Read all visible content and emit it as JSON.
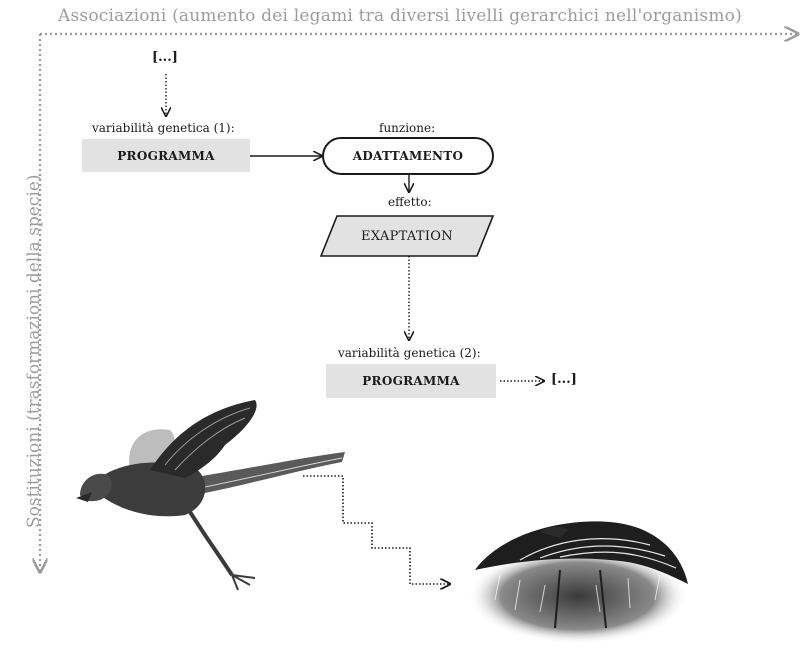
{
  "axes": {
    "top_label": "Associazioni (aumento dei legami tra diversi livelli gerarchici nell'organismo)",
    "left_label": "Sostituzioni (trasformazioni della specie)"
  },
  "nodes": {
    "start_ellipsis": "[...]",
    "var1_label": "variabilità genetica (1):",
    "programma1": "PROGRAMMA",
    "funzione_label": "funzione:",
    "adattamento": "ADATTAMENTO",
    "effetto_label": "effetto:",
    "exaptation": "EXAPTATION",
    "var2_label": "variabilità genetica (2):",
    "programma2": "PROGRAMMA",
    "end_ellipsis": "[...]"
  },
  "illustrations": {
    "left": "archaeopteryx-illustration",
    "right": "stork-illustration"
  }
}
